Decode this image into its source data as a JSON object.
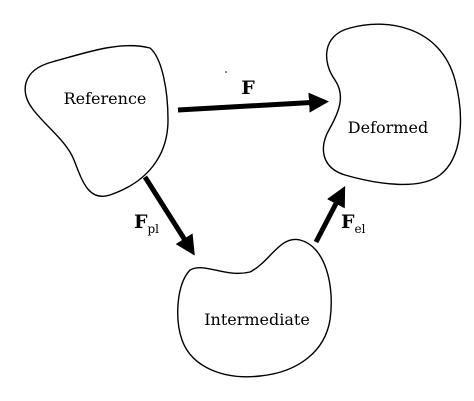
{
  "colors": {
    "stroke": "#000000",
    "background": "#ffffff"
  },
  "regions": {
    "reference": {
      "label": "Reference"
    },
    "deformed": {
      "label": "Deformed"
    },
    "intermediate": {
      "label": "Intermediate"
    }
  },
  "maps": {
    "total": {
      "symbol": "F",
      "subscript": ""
    },
    "plastic": {
      "symbol": "F",
      "subscript": "pl"
    },
    "elastic": {
      "symbol": "F",
      "subscript": "el"
    }
  }
}
